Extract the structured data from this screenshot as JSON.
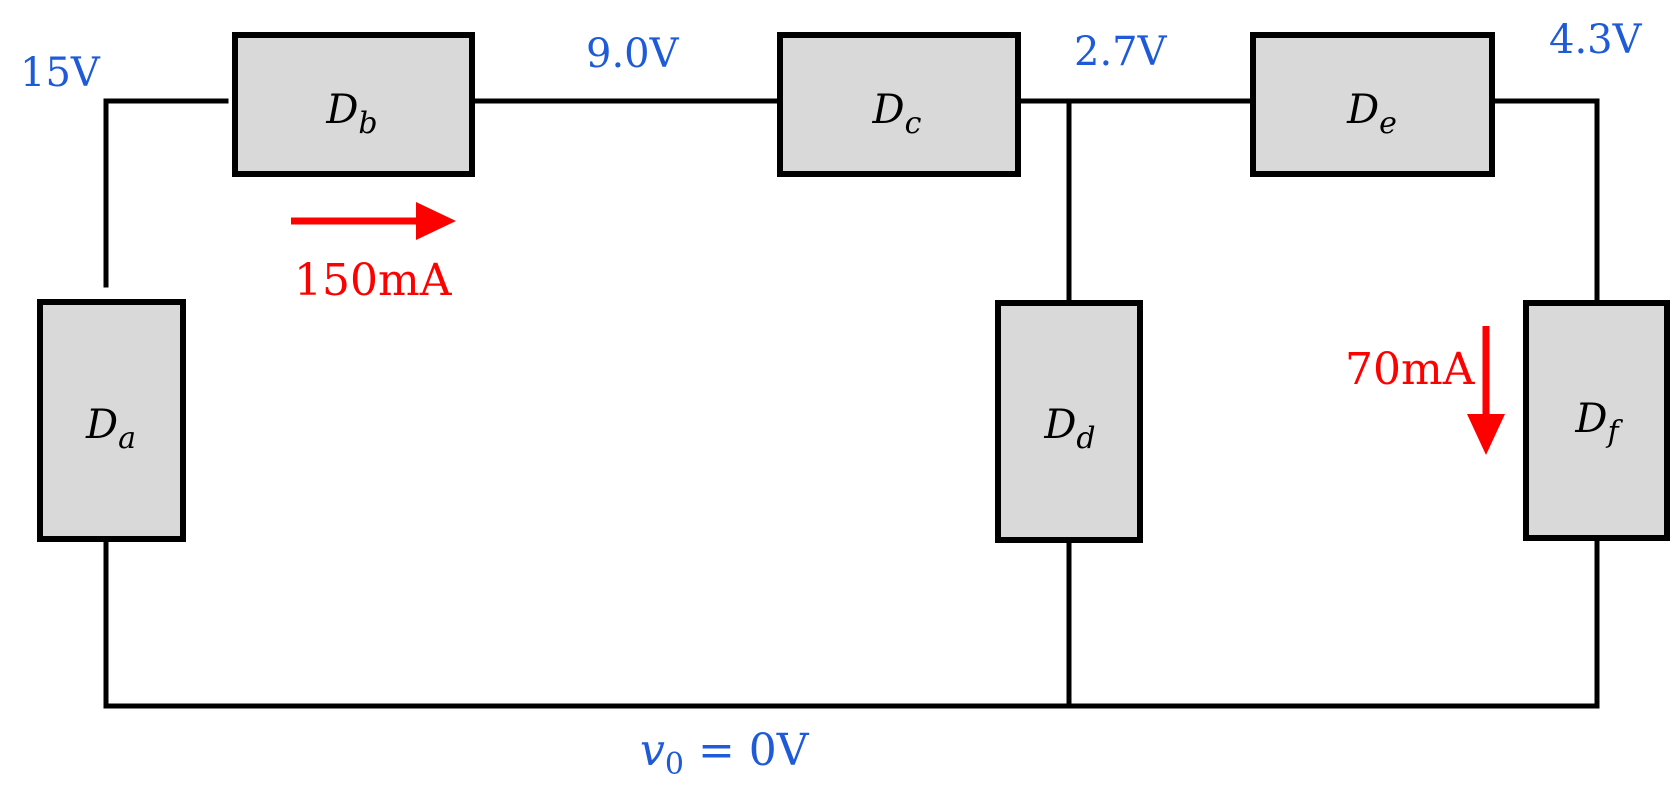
{
  "colors": {
    "wire": "#000000",
    "device_fill": "#d9d9d9",
    "voltage_text": "#1f5bd8",
    "current": "#ff0000"
  },
  "devices": {
    "a": {
      "main": "D",
      "sub": "a"
    },
    "b": {
      "main": "D",
      "sub": "b"
    },
    "c": {
      "main": "D",
      "sub": "c"
    },
    "d": {
      "main": "D",
      "sub": "d"
    },
    "e": {
      "main": "D",
      "sub": "e"
    },
    "f": {
      "main": "D",
      "sub": "f"
    }
  },
  "node_voltages": {
    "n1": "15V",
    "n2": "9.0V",
    "n3": "2.7V",
    "n4": "4.3V"
  },
  "reference": {
    "symbol": "v",
    "sub": "0",
    "rest": " = 0V"
  },
  "currents": {
    "db": {
      "label": "150mA",
      "direction": "right"
    },
    "df": {
      "label": "70mA",
      "direction": "down"
    }
  }
}
